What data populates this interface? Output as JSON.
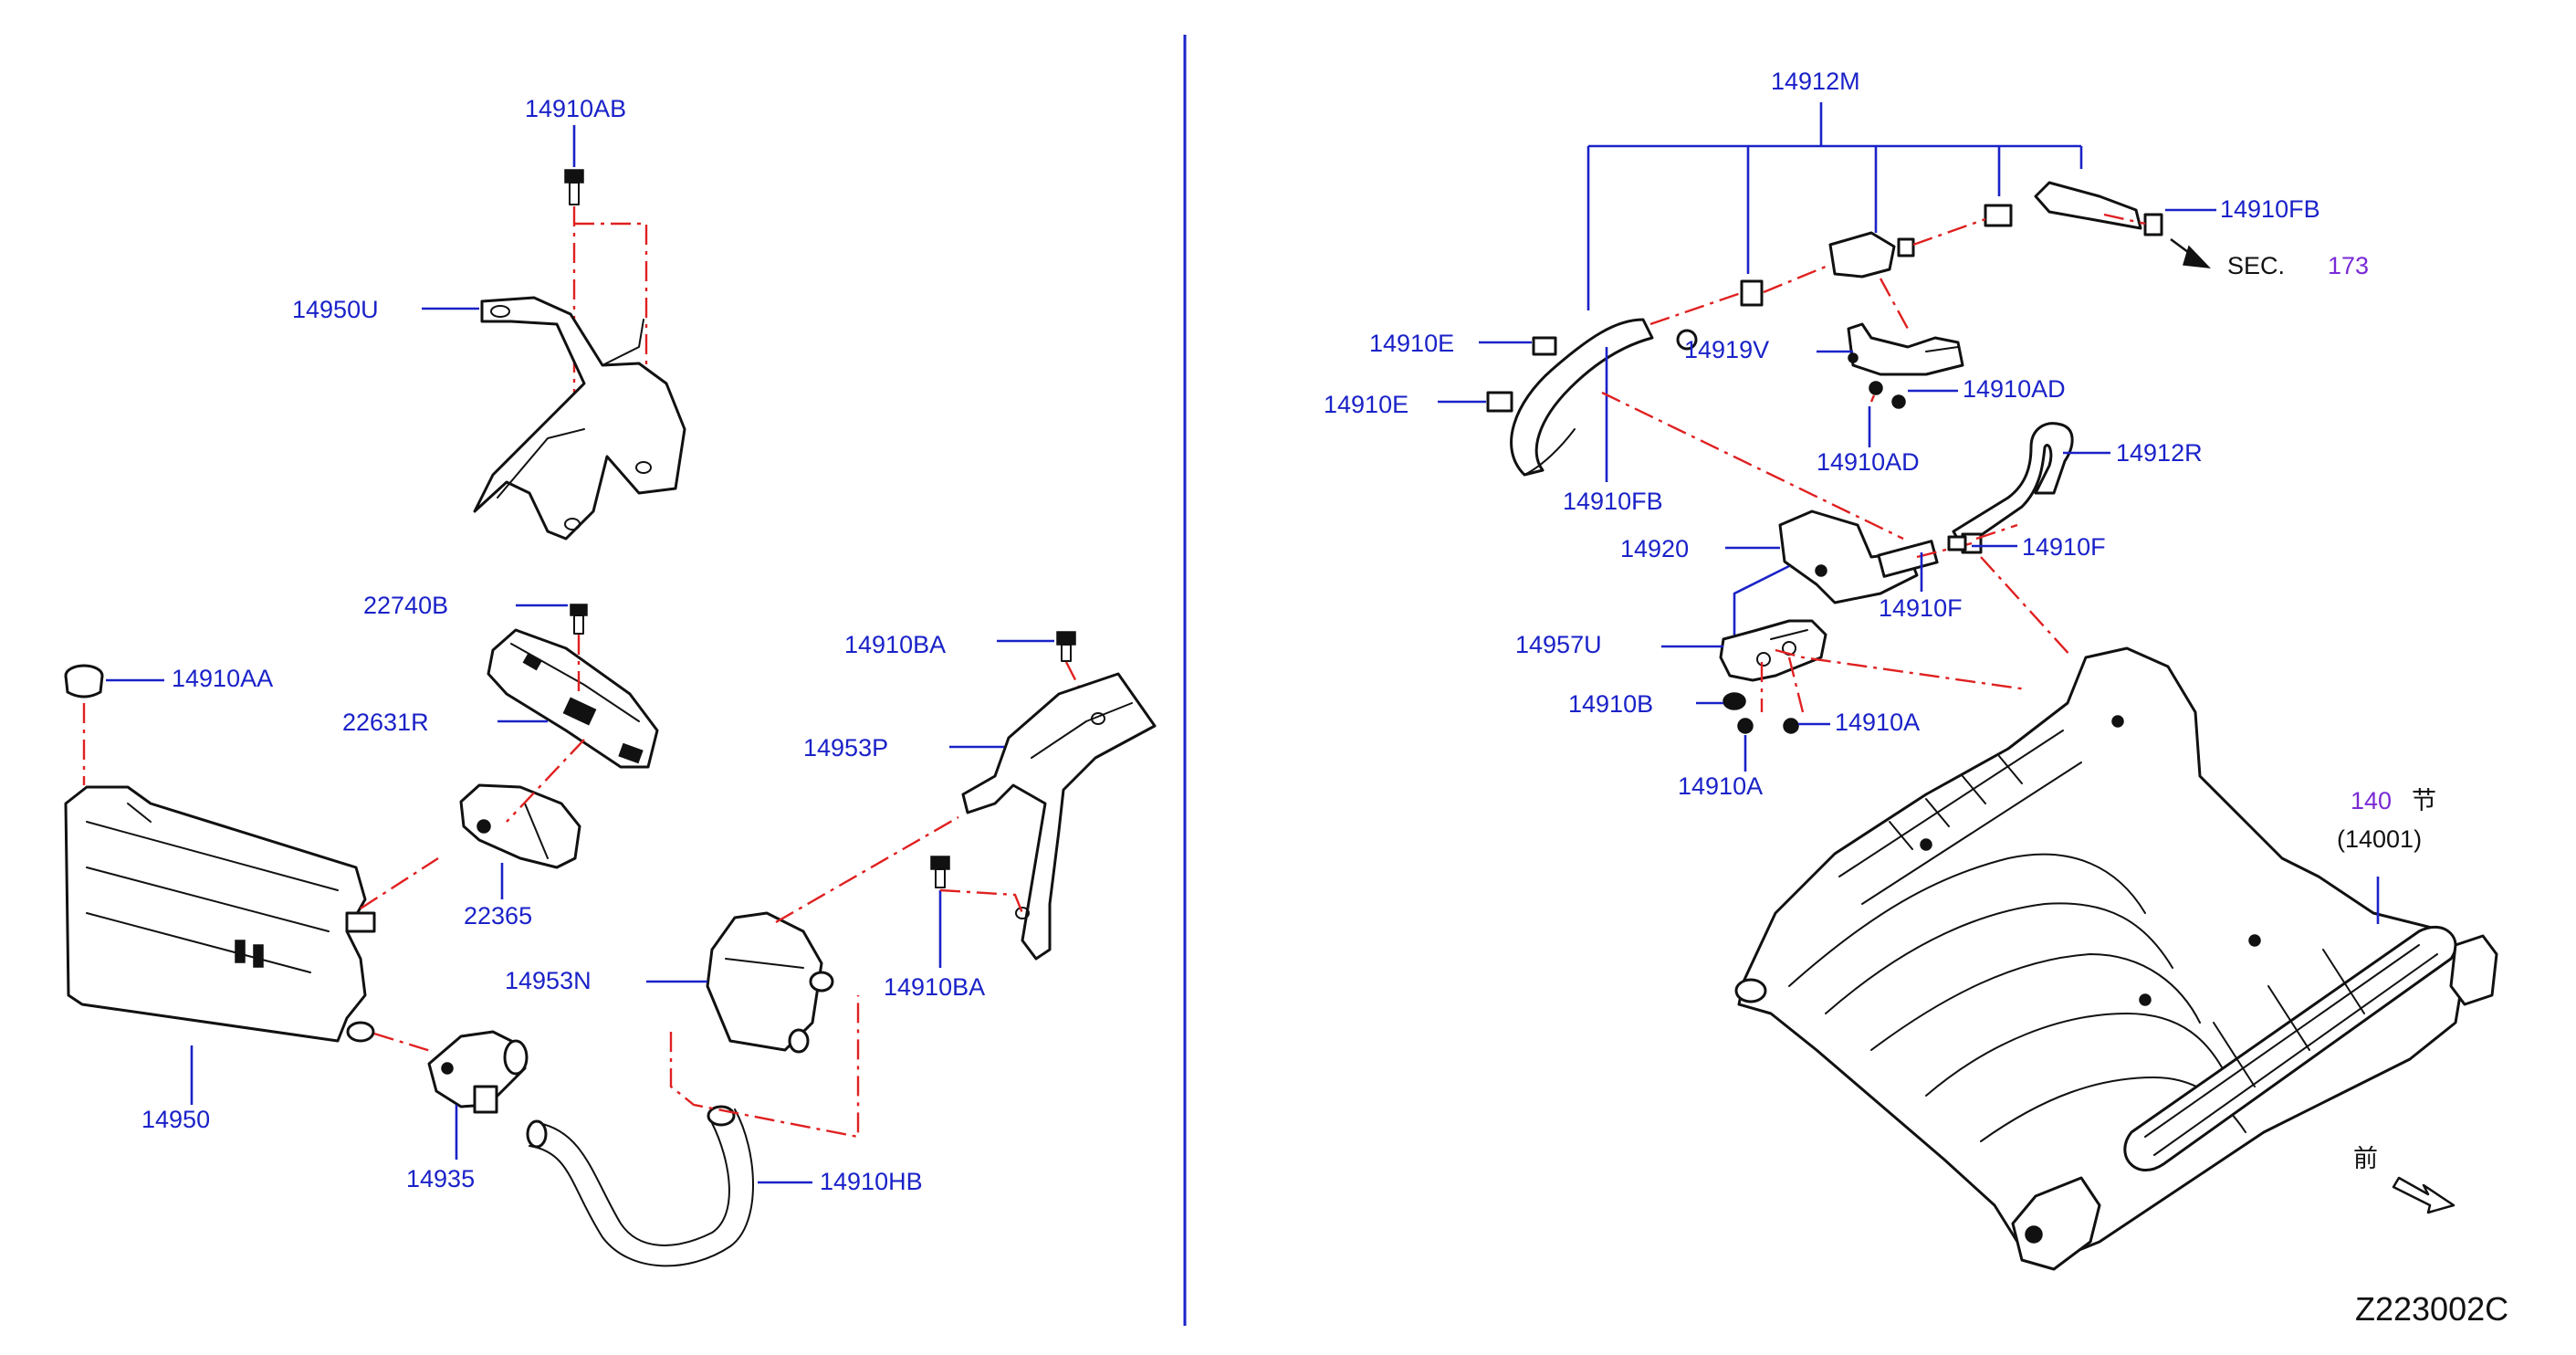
{
  "labels": {
    "p14910AB": "14910AB",
    "p14950U": "14950U",
    "p22740B": "22740B",
    "p14910AA": "14910AA",
    "p22631R": "22631R",
    "p22365": "22365",
    "p14950": "14950",
    "p14935": "14935",
    "p14910HB": "14910HB",
    "p14953N": "14953N",
    "p14910BA_top": "14910BA",
    "p14953P": "14953P",
    "p14910BA_bot": "14910BA",
    "p14912M": "14912M",
    "p14910FB_top": "14910FB",
    "sec_prefix": "SEC.",
    "sec_number": "173",
    "p14910E_1": "14910E",
    "p14910E_2": "14910E",
    "p14919V": "14919V",
    "p14910AD_1": "14910AD",
    "p14910AD_2": "14910AD",
    "p14910FB_bot": "14910FB",
    "p14912R": "14912R",
    "p14920": "14920",
    "p14910F_1": "14910F",
    "p14910F_2": "14910F",
    "p14957U": "14957U",
    "p14910B": "14910B",
    "p14910A_1": "14910A",
    "p14910A_2": "14910A",
    "manifold_ref": "140",
    "manifold_sym": "节",
    "manifold_part": "(14001)",
    "front_sym": "前",
    "diagram_code": "Z223002C"
  },
  "colors": {
    "label_blue": "#1a22c8",
    "phantom_red": "#e02020",
    "outline_black": "#111111",
    "reference_purple": "#7a2ad6"
  }
}
